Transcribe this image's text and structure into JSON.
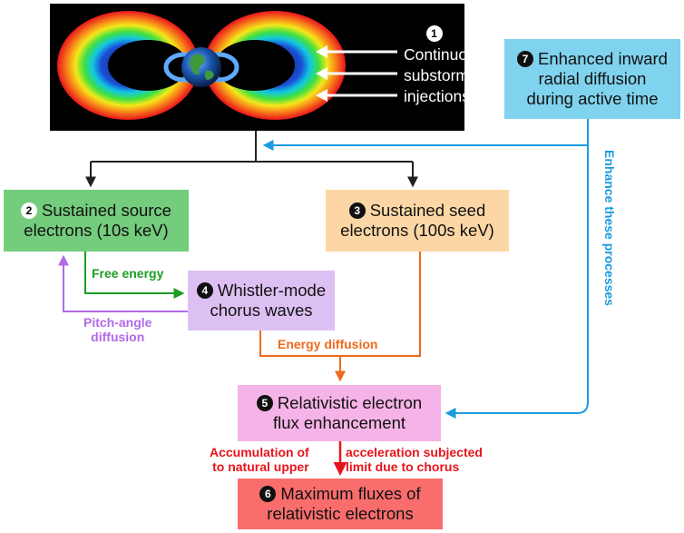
{
  "diagram": {
    "box1": {
      "number": "1",
      "lines": [
        "Continuous",
        "substorm",
        "injections"
      ],
      "colors": {
        "background": "#000000",
        "text": "#ffffff",
        "arrows": "#ffffff"
      }
    },
    "box2": {
      "number": "2",
      "lines": [
        "Sustained source",
        "electrons (10s keV)"
      ],
      "color": "#74cc7d"
    },
    "box3": {
      "number": "3",
      "lines": [
        "Sustained seed",
        "electrons (100s keV)"
      ],
      "color": "#fcd7a5"
    },
    "box4": {
      "number": "4",
      "lines": [
        "Whistler-mode",
        "chorus waves"
      ],
      "color": "#ddc0f3"
    },
    "box5": {
      "number": "5",
      "lines": [
        "Relativistic electron",
        "flux enhancement"
      ],
      "color": "#f6b3e7"
    },
    "box6": {
      "number": "6",
      "lines": [
        "Maximum fluxes of",
        "relativistic electrons"
      ],
      "color": "#f96d6d"
    },
    "box7": {
      "number": "7",
      "lines": [
        "Enhanced inward",
        "radial diffusion",
        "during active time"
      ],
      "color": "#7fd3ee"
    },
    "labels": {
      "free_energy": "Free energy",
      "pitch_angle": [
        "Pitch-angle",
        "diffusion"
      ],
      "energy_diffusion": "Energy diffusion",
      "enhance": "Enhance these processes",
      "accumulation_left": [
        "Accumulation of",
        "to natural upper"
      ],
      "accumulation_right": [
        "acceleration subjected",
        "limit due to chorus"
      ]
    },
    "colors": {
      "black_arrow": "#222222",
      "blue_arrow": "#1a9be0",
      "green_arrow": "#1a9e22",
      "purple_arrow": "#b26ae8",
      "orange_arrow": "#ee6a1c",
      "red_arrow": "#e8141c",
      "free_energy_text": "#1a9e22",
      "pitch_text": "#b26ae8",
      "energy_text": "#ee6a1c",
      "enhance_text": "#1a9be0",
      "accumulation_text": "#e8141c"
    },
    "icons": [
      "radiation-belt-illustration",
      "earth-globe-icon",
      "white-arrow-icon"
    ]
  }
}
